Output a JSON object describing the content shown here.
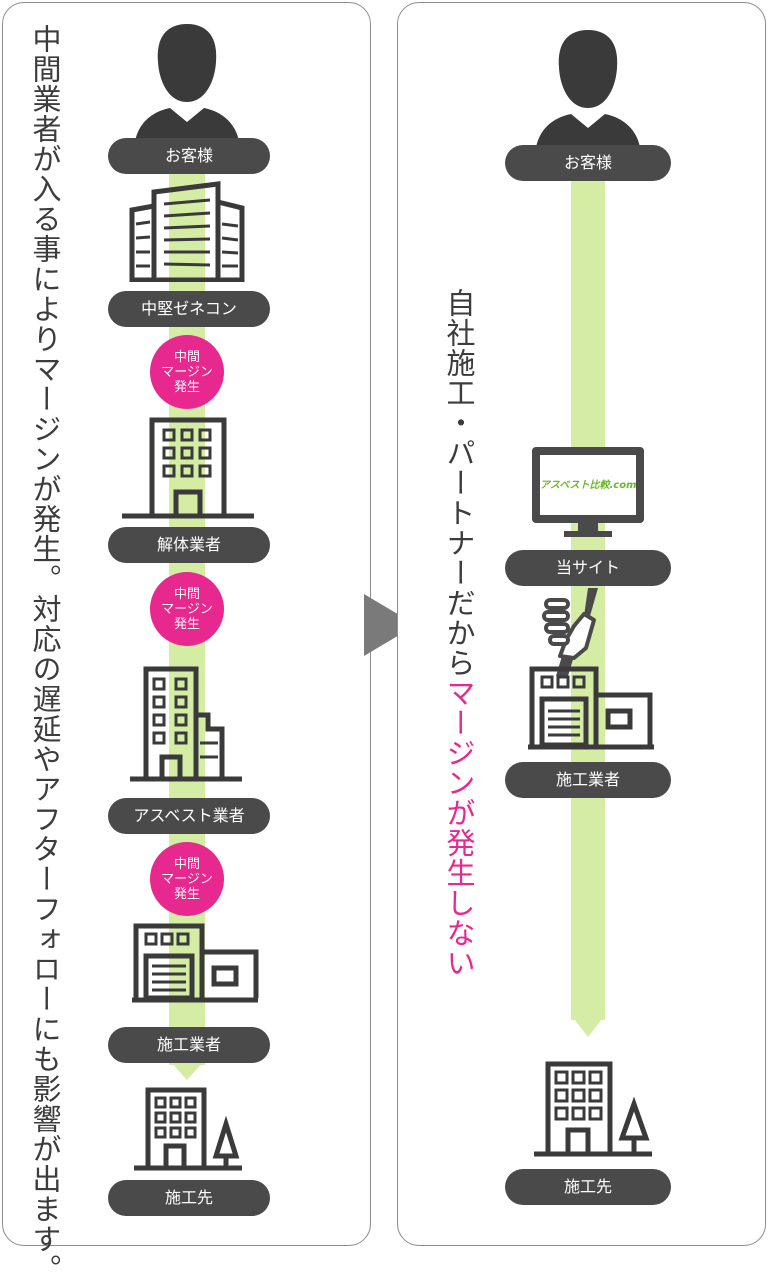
{
  "left": {
    "headline": "中間業者が入る事によりマージンが発生。対応の遅延やアフターフォローにも影響が出ます。",
    "labels": {
      "customer": "お客様",
      "general_contractor": "中堅ゼネコン",
      "demolition": "解体業者",
      "asbestos": "アスベスト業者",
      "construction": "施工業者",
      "site": "施工先"
    },
    "margin_badge": [
      "中間",
      "マージン",
      "発生"
    ]
  },
  "right": {
    "headline_part1": "自社施工・パートナーだから",
    "headline_highlight": "マージンが発生しない",
    "labels": {
      "customer": "お客様",
      "our_site": "当サイト",
      "construction": "施工業者",
      "site": "施工先"
    },
    "screen_text": "アスベスト比較.com"
  },
  "colors": {
    "pill": "#4a4a4a",
    "flow_line": "#d5eca4",
    "badge": "#e6288f",
    "highlight_text": "#e6288f",
    "arrow": "#7a7a7a"
  }
}
